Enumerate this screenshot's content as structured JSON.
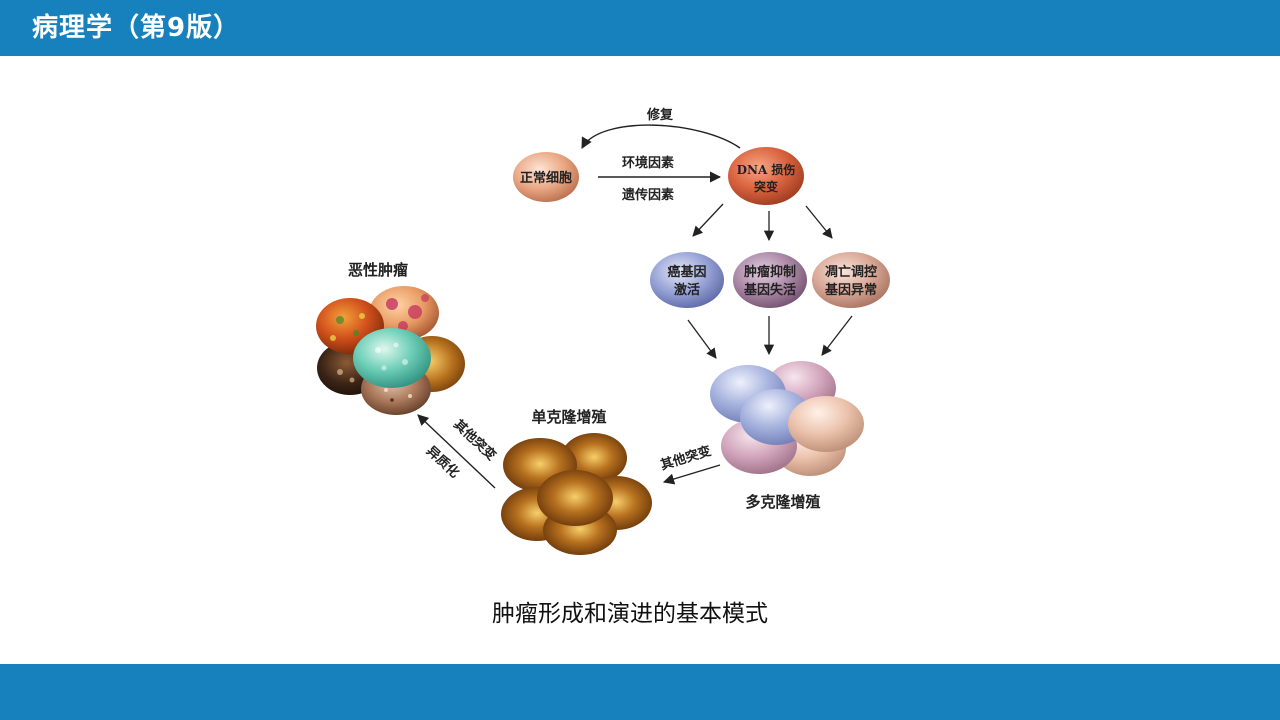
{
  "header": {
    "title": "病理学（第9版）"
  },
  "diagram": {
    "nodes": {
      "normal_cell": "正常细胞",
      "dna_damage_line1": "DNA 损伤",
      "dna_damage_line2": "突变",
      "oncogene_line1": "癌基因",
      "oncogene_line2": "激活",
      "suppressor_line1": "肿瘤抑制",
      "suppressor_line2": "基因失活",
      "apoptosis_line1": "凋亡调控",
      "apoptosis_line2": "基因异常",
      "polyclonal": "多克隆增殖",
      "monoclonal": "单克隆增殖",
      "malignant": "恶性肿瘤"
    },
    "edges": {
      "repair": "修复",
      "environment": "环境因素",
      "heredity": "遗传因素",
      "other_mutation_1": "其他突变",
      "other_mutation_2": "其他突变",
      "heterogeneity": "异质化"
    }
  },
  "caption": "肿瘤形成和演进的基本模式",
  "colors": {
    "header_bar": "#1681bd",
    "footer_bar": "#1681bd",
    "node_normal": "#e8a07a",
    "node_dna": "#d9623e",
    "node_oncogene": "#7f8dc8",
    "node_suppressor": "#a27a98",
    "node_apoptosis": "#d2a08e",
    "monoclonal_cells": "#8a4a14"
  }
}
